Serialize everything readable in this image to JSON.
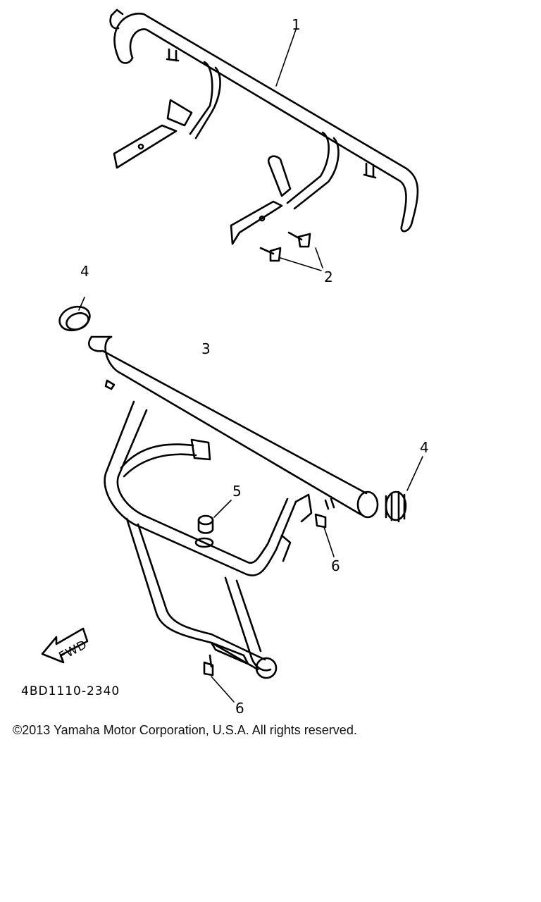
{
  "diagram": {
    "part_numbers": [
      "1",
      "2",
      "3",
      "4",
      "4",
      "5",
      "6",
      "6"
    ],
    "direction_arrow_label": "FWD",
    "drawing_code": "4BD1110-2340",
    "copyright": "©2013 Yamaha Motor Corporation, U.S.A. All rights reserved."
  },
  "colors": {
    "ink": "#000000",
    "background": "#ffffff"
  }
}
